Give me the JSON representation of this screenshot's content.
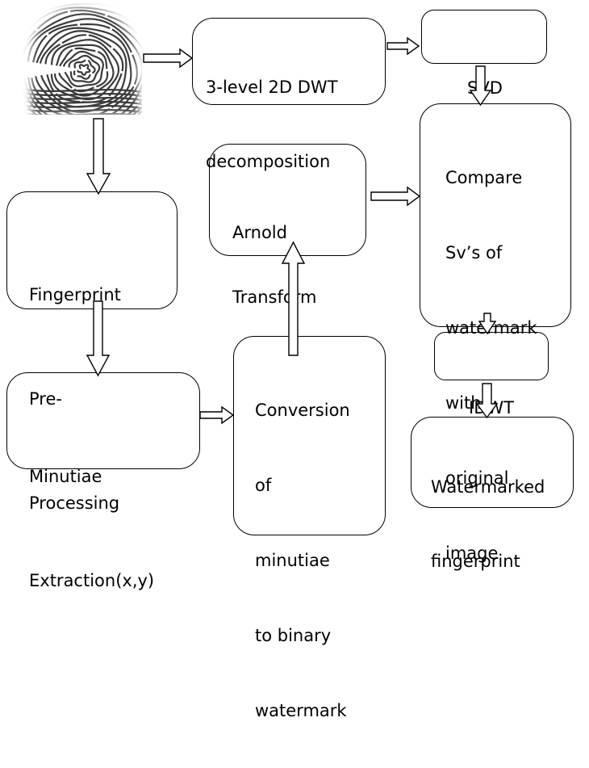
{
  "nodes": {
    "dwt": {
      "lines": [
        "3-level 2D DWT",
        "decomposition"
      ]
    },
    "svd": {
      "lines": [
        "SVD"
      ]
    },
    "compare": {
      "lines": [
        "Compare",
        "Sv’s of",
        "watermark",
        "with",
        "original",
        "image"
      ]
    },
    "arnold": {
      "lines": [
        "Arnold",
        "Transform"
      ]
    },
    "preprocess": {
      "lines": [
        "Fingerprint",
        "Pre-",
        "Processing"
      ]
    },
    "minutiae": {
      "lines": [
        "Minutiae",
        "Extraction(x,y)"
      ]
    },
    "conversion": {
      "lines": [
        "Conversion",
        "of",
        "minutiae",
        "to binary",
        "watermark"
      ]
    },
    "idwt": {
      "lines": [
        "IDWT"
      ]
    },
    "output": {
      "lines": [
        "Watermarked",
        "fingerprint"
      ]
    }
  },
  "input_image": {
    "icon": "fingerprint-image"
  },
  "colors": {
    "stroke": "#000000",
    "background": "#ffffff"
  }
}
